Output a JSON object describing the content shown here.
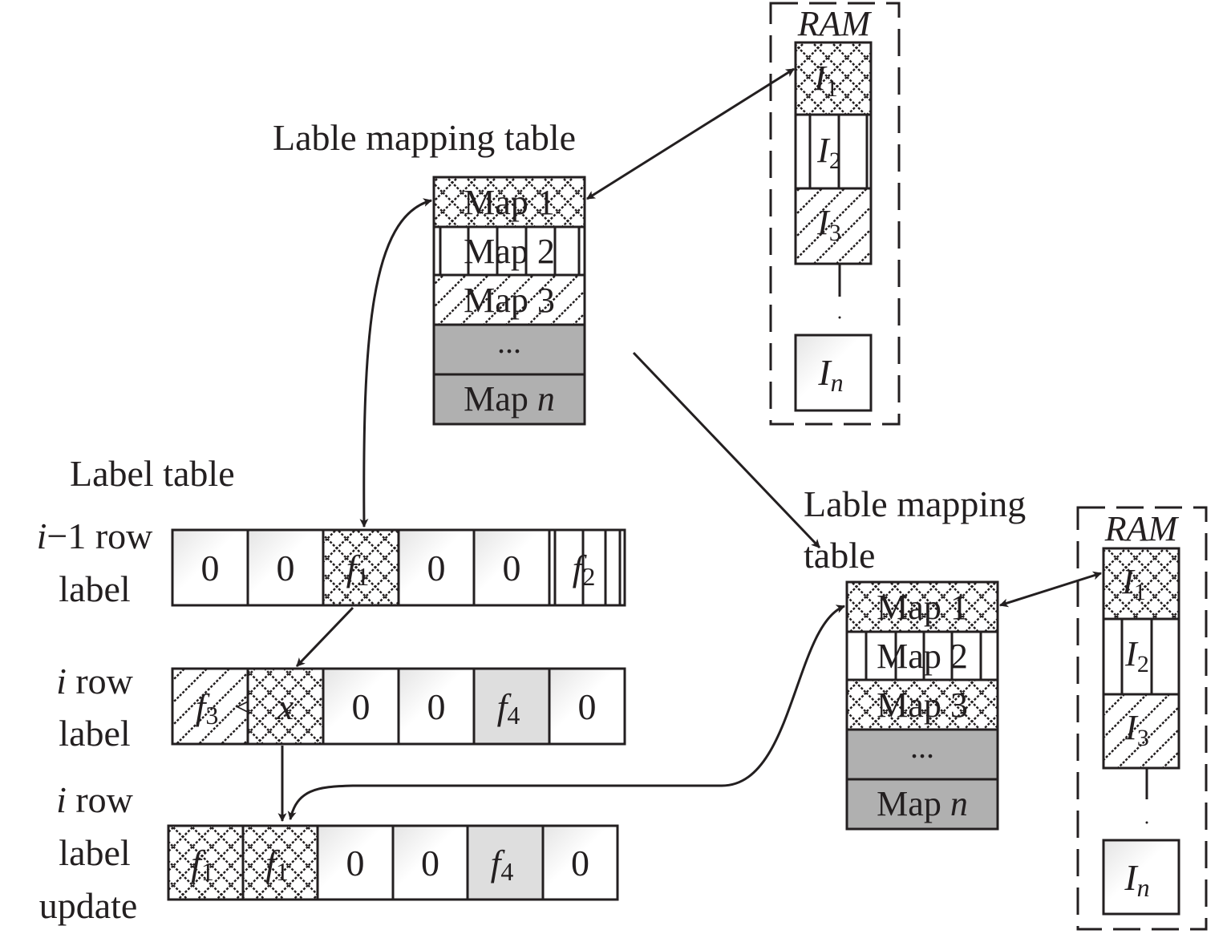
{
  "diagram": {
    "colors": {
      "ink": "#231f20",
      "gray_cell": "#b0b0b0",
      "light_cell": "#dedede",
      "plain_cell": "#ffffff"
    },
    "map_tables": [
      {
        "title": "Lable mapping table",
        "title_lines": [
          "Lable mapping table"
        ],
        "rows": [
          {
            "text": "Map 1",
            "pattern": "crosshatch"
          },
          {
            "text": "Map 2",
            "pattern": "vertical"
          },
          {
            "text": "Map 3",
            "pattern": "diagonal"
          },
          {
            "text": "...",
            "pattern": "gray"
          },
          {
            "text": "Map ",
            "italic_suffix": "n",
            "pattern": "gray"
          }
        ]
      },
      {
        "title": "Lable mapping table",
        "title_lines": [
          "Lable mapping",
          "table"
        ],
        "rows": [
          {
            "text": "Map 1",
            "pattern": "crosshatch"
          },
          {
            "text": "Map 2",
            "pattern": "vertical"
          },
          {
            "text": "Map 3",
            "pattern": "crosshatch"
          },
          {
            "text": "...",
            "pattern": "gray"
          },
          {
            "text": "Map ",
            "italic_suffix": "n",
            "pattern": "gray"
          }
        ]
      }
    ],
    "ram_blocks": [
      {
        "title": "RAM",
        "cells": [
          {
            "main": "I",
            "sub": "1",
            "pattern": "crosshatch"
          },
          {
            "main": "I",
            "sub": "2",
            "pattern": "vertical"
          },
          {
            "main": "I",
            "sub": "3",
            "pattern": "diagonal"
          },
          {
            "main": "I",
            "sub": "n",
            "pattern": "plain"
          }
        ]
      },
      {
        "title": "RAM",
        "cells": [
          {
            "main": "I",
            "sub": "1",
            "pattern": "crosshatch"
          },
          {
            "main": "I",
            "sub": "2",
            "pattern": "vertical"
          },
          {
            "main": "I",
            "sub": "3",
            "pattern": "diagonal"
          },
          {
            "main": "I",
            "sub": "n",
            "pattern": "plain"
          }
        ]
      }
    ],
    "label_table": {
      "title": "Label table",
      "rows": [
        {
          "label_lines": [
            {
              "italic": "i",
              "text": "−1 row"
            },
            {
              "italic": "",
              "text": "label"
            }
          ],
          "cells": [
            {
              "main": "0",
              "sub": "",
              "pattern": "plain"
            },
            {
              "main": "0",
              "sub": "",
              "pattern": "plain"
            },
            {
              "main": "f",
              "sub": "1",
              "pattern": "crosshatch"
            },
            {
              "main": "0",
              "sub": "",
              "pattern": "plain"
            },
            {
              "main": "0",
              "sub": "",
              "pattern": "plain"
            },
            {
              "main": "f",
              "sub": "2",
              "pattern": "vertical"
            }
          ]
        },
        {
          "label_lines": [
            {
              "italic": "i",
              "text": " row"
            },
            {
              "italic": "",
              "text": "label"
            }
          ],
          "cells": [
            {
              "main": "f",
              "sub": "3",
              "pattern": "diagonal",
              "suffix": "<"
            },
            {
              "main": "x",
              "sub": "",
              "pattern": "crosshatch"
            },
            {
              "main": "0",
              "sub": "",
              "pattern": "plain"
            },
            {
              "main": "0",
              "sub": "",
              "pattern": "plain"
            },
            {
              "main": "f",
              "sub": "4",
              "pattern": "light"
            },
            {
              "main": "0",
              "sub": "",
              "pattern": "plain"
            }
          ]
        },
        {
          "label_lines": [
            {
              "italic": "i",
              "text": " row"
            },
            {
              "italic": "",
              "text": "label"
            },
            {
              "italic": "",
              "text": "update"
            }
          ],
          "cells": [
            {
              "main": "f",
              "sub": "1",
              "pattern": "crosshatch"
            },
            {
              "main": "f",
              "sub": "1",
              "pattern": "crosshatch"
            },
            {
              "main": "0",
              "sub": "",
              "pattern": "plain"
            },
            {
              "main": "0",
              "sub": "",
              "pattern": "plain"
            },
            {
              "main": "f",
              "sub": "4",
              "pattern": "light"
            },
            {
              "main": "0",
              "sub": "",
              "pattern": "plain"
            }
          ]
        }
      ]
    }
  }
}
